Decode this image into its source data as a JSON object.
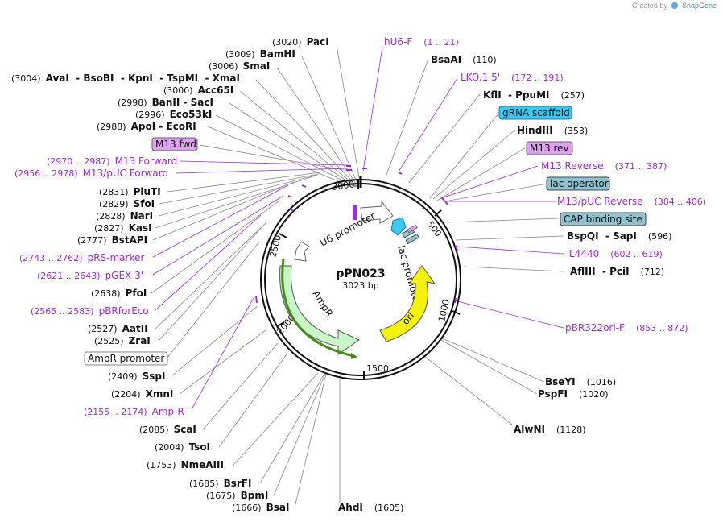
{
  "credit": {
    "prefix": "Created by",
    "brand": "SnapGene"
  },
  "plasmid": {
    "name": "pPN023",
    "length": "3023 bp"
  },
  "ticks": [
    "500",
    "1000",
    "1500",
    "2000",
    "2500",
    "3000"
  ],
  "features": {
    "u6_promoter": "U6 promoter",
    "lac_promoter": "lac promoter",
    "ampr": "AmpR",
    "ori": "ori"
  },
  "labels": [
    {
      "id": "paci",
      "coord": "(3020)",
      "name": "PacI"
    },
    {
      "id": "bamhi",
      "coord": "(3009)",
      "name": "BamHI"
    },
    {
      "id": "smai",
      "coord": "(3006)",
      "name": "SmaI"
    },
    {
      "id": "ava",
      "coord": "(3004)",
      "name": "AvaI  - BsoBI  - KpnI  - TspMI  - XmaI"
    },
    {
      "id": "acc65i",
      "coord": "(3000)",
      "name": "Acc65I"
    },
    {
      "id": "banii",
      "coord": "(2998)",
      "name": "BanII  - SacI"
    },
    {
      "id": "eco53ki",
      "coord": "(2996)",
      "name": "Eco53kI"
    },
    {
      "id": "apoi",
      "coord": "(2988)",
      "name": "ApoI  - EcoRI"
    },
    {
      "id": "m13fwd",
      "name": "M13 fwd"
    },
    {
      "id": "m13forward",
      "coord": "(2970 .. 2987)",
      "name": "M13 Forward"
    },
    {
      "id": "m13pucforward",
      "coord": "(2956 .. 2978)",
      "name": "M13/pUC Forward"
    },
    {
      "id": "pluti",
      "coord": "(2831)",
      "name": "PluTI"
    },
    {
      "id": "sfoi",
      "coord": "(2829)",
      "name": "SfoI"
    },
    {
      "id": "nari",
      "coord": "(2828)",
      "name": "NarI"
    },
    {
      "id": "kasi",
      "coord": "(2827)",
      "name": "KasI"
    },
    {
      "id": "bstapi",
      "coord": "(2777)",
      "name": "BstAPI"
    },
    {
      "id": "prsmarker",
      "coord": "(2743 .. 2762)",
      "name": "pRS-marker"
    },
    {
      "id": "pgex3",
      "coord": "(2621 .. 2643)",
      "name": "pGEX 3'"
    },
    {
      "id": "pfoi",
      "coord": "(2638)",
      "name": "PfoI"
    },
    {
      "id": "pbrforeco",
      "coord": "(2565 .. 2583)",
      "name": "pBRforEco"
    },
    {
      "id": "aatii",
      "coord": "(2527)",
      "name": "AatII"
    },
    {
      "id": "zrai",
      "coord": "(2525)",
      "name": "ZraI"
    },
    {
      "id": "amprpromoter",
      "name": "AmpR promoter"
    },
    {
      "id": "sspi",
      "coord": "(2409)",
      "name": "SspI"
    },
    {
      "id": "xmni",
      "coord": "(2204)",
      "name": "XmnI"
    },
    {
      "id": "ampr_primer",
      "coord": "(2155 .. 2174)",
      "name": "Amp-R"
    },
    {
      "id": "scai",
      "coord": "(2085)",
      "name": "ScaI"
    },
    {
      "id": "tsoi",
      "coord": "(2004)",
      "name": "TsoI"
    },
    {
      "id": "nmeaiii",
      "coord": "(1753)",
      "name": "NmeAIII"
    },
    {
      "id": "bsrfi",
      "coord": "(1685)",
      "name": "BsrFI"
    },
    {
      "id": "bpmi",
      "coord": "(1675)",
      "name": "BpmI"
    },
    {
      "id": "bsai",
      "coord": "(1666)",
      "name": "BsaI"
    },
    {
      "id": "ahdi",
      "coord": "(1605)",
      "name": "AhdI"
    },
    {
      "id": "alwni",
      "coord": "(1128)",
      "name": "AlwNI"
    },
    {
      "id": "pspfi",
      "coord": "(1020)",
      "name": "PspFI"
    },
    {
      "id": "bseyi",
      "coord": "(1016)",
      "name": "BseYI"
    },
    {
      "id": "pbr322orif",
      "coord": "(853 .. 872)",
      "name": "pBR322ori-F"
    },
    {
      "id": "aflIII",
      "coord": "(712)",
      "name": "AflIII  - PciI"
    },
    {
      "id": "l4440",
      "coord": "(602 .. 619)",
      "name": "L4440"
    },
    {
      "id": "bspqi",
      "coord": "(596)",
      "name": "BspQI  - SapI"
    },
    {
      "id": "capsite",
      "name": "CAP binding site"
    },
    {
      "id": "m13pucreverse",
      "coord": "(384 .. 406)",
      "name": "M13/pUC Reverse"
    },
    {
      "id": "lacoperator",
      "name": "lac operator"
    },
    {
      "id": "m13reverse",
      "coord": "(371 .. 387)",
      "name": "M13 Reverse"
    },
    {
      "id": "m13rev",
      "name": "M13 rev"
    },
    {
      "id": "hindiii",
      "coord": "(353)",
      "name": "HindIII"
    },
    {
      "id": "grna",
      "name": "gRNA scaffold"
    },
    {
      "id": "kfli",
      "coord": "(257)",
      "name": "KflI  - PpuMI"
    },
    {
      "id": "lko1",
      "coord": "(172 .. 191)",
      "name": "LKO.1 5'"
    },
    {
      "id": "bsaai",
      "coord": "(110)",
      "name": "BsaAI"
    },
    {
      "id": "hu6f",
      "coord": "(1 .. 21)",
      "name": "hU6-F"
    }
  ],
  "colors": {
    "primer": "#9b2fd0",
    "enzyme": "#111111",
    "ampr_fill": "#c9f7c9",
    "ori_fill": "#f2f20a",
    "grna_fill": "#3cc8ef",
    "lac_fill": "#8fc3cf",
    "m13_fill": "#dda2ef"
  }
}
